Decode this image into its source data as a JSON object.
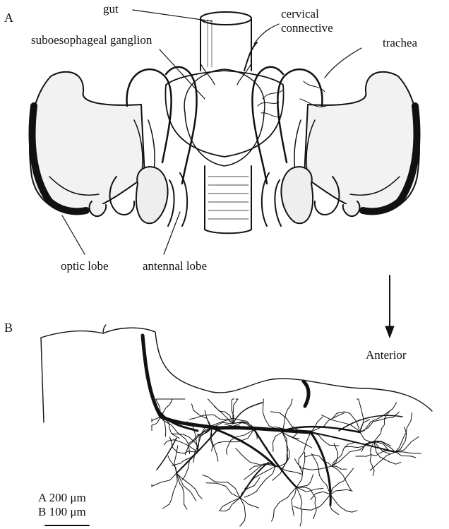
{
  "panels": {
    "a": "A",
    "b": "B"
  },
  "labels": {
    "gut": "gut",
    "cervical_connective": "cervical\nconnective",
    "suboesophageal_ganglion": "suboesophageal ganglion",
    "trachea": "trachea",
    "optic_lobe": "optic lobe",
    "antennal_lobe": "antennal lobe",
    "anterior": "Anterior"
  },
  "scale_bar": {
    "line_a": "A 200 μm",
    "line_b": "B 100 μm"
  },
  "colors": {
    "ink": "#111111",
    "paper": "#ffffff"
  }
}
